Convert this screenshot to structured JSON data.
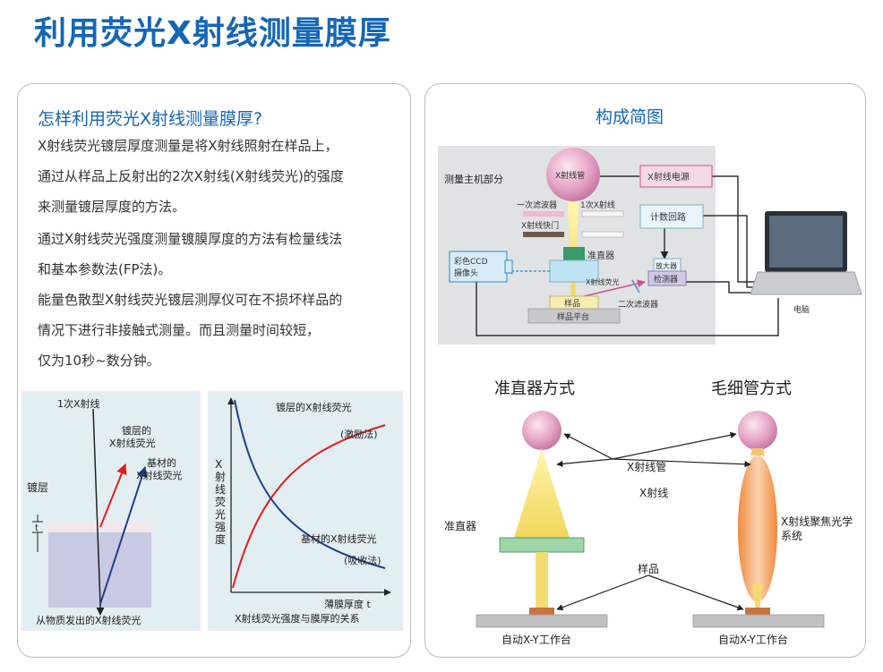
{
  "page_title": "利用荧光X射线测量膜厚",
  "intro": {
    "question": "怎样利用荧光X射线测量膜厚?",
    "paragraphs": [
      [
        "X射线荧光镀层厚度测量是将X射线照射在样品上，",
        "通过从样品上反射出的2次X射线(X射线荧光)的强度",
        "来测量镀层厚度的方法。"
      ],
      [
        "通过X射线荧光强度测量镀膜厚度的方法有检量线法",
        "和基本参数法(FP法)。"
      ],
      [
        "能量色散型X射线荧光镀层测厚仪可在不损坏样品的",
        "情况下进行非接触式测量。而且测量时间较短，",
        "仅为10秒~数分钟。"
      ]
    ]
  },
  "layer_diagram": {
    "primary_xray": "1次X射线",
    "coating_fluorescence": [
      "镀层的",
      "X射线荧光"
    ],
    "substrate_fluorescence": [
      "基材的",
      "X射线荧光"
    ],
    "coating_label": "镀层",
    "thickness_symbol": "t",
    "bottom_caption": "从物质发出的X射线荧光"
  },
  "intensity_chart": {
    "y_label_chars": [
      "X",
      "射",
      "线",
      "荧",
      "光",
      "强",
      "度"
    ],
    "coating_curve": "镀层的X射线荧光",
    "coating_method": "(激励法)",
    "substrate_curve": "基材的X射线荧光",
    "substrate_method": "(吸收法)",
    "x_label": "薄膜厚度 t",
    "caption": "X射线荧光强度与膜厚的关系",
    "colors": {
      "coating": "#e02020",
      "substrate": "#1f3f8c"
    }
  },
  "structure": {
    "title": "构成简图",
    "host_part": "测量主机部分",
    "xray_tube": "X射线管",
    "xray_power": "X射线电源",
    "primary_filter": "一次滤波器",
    "primary_xray": "1次X射线",
    "shutter": "X射线快门",
    "collimator": "准直器",
    "ccd_lines": [
      "彩色CCD",
      "摄像头"
    ],
    "counter": "计数回路",
    "amplifier": "放大器",
    "detector": "检测器",
    "fluorescence": "X射线荧光",
    "sample": "样品",
    "secondary_filter": "二次滤波器",
    "stage": "样品平台",
    "computer": "电脑"
  },
  "comparison": {
    "collimator_method": "准直器方式",
    "capillary_method": "毛细管方式",
    "xray_tube": "X射线管",
    "xray": "X射线",
    "collimator": "准直器",
    "focus_optics": [
      "X射线聚焦光学",
      "系统"
    ],
    "sample": "样品",
    "stage_left": "自动X-Y工作台",
    "stage_right": "自动X-Y工作台"
  }
}
